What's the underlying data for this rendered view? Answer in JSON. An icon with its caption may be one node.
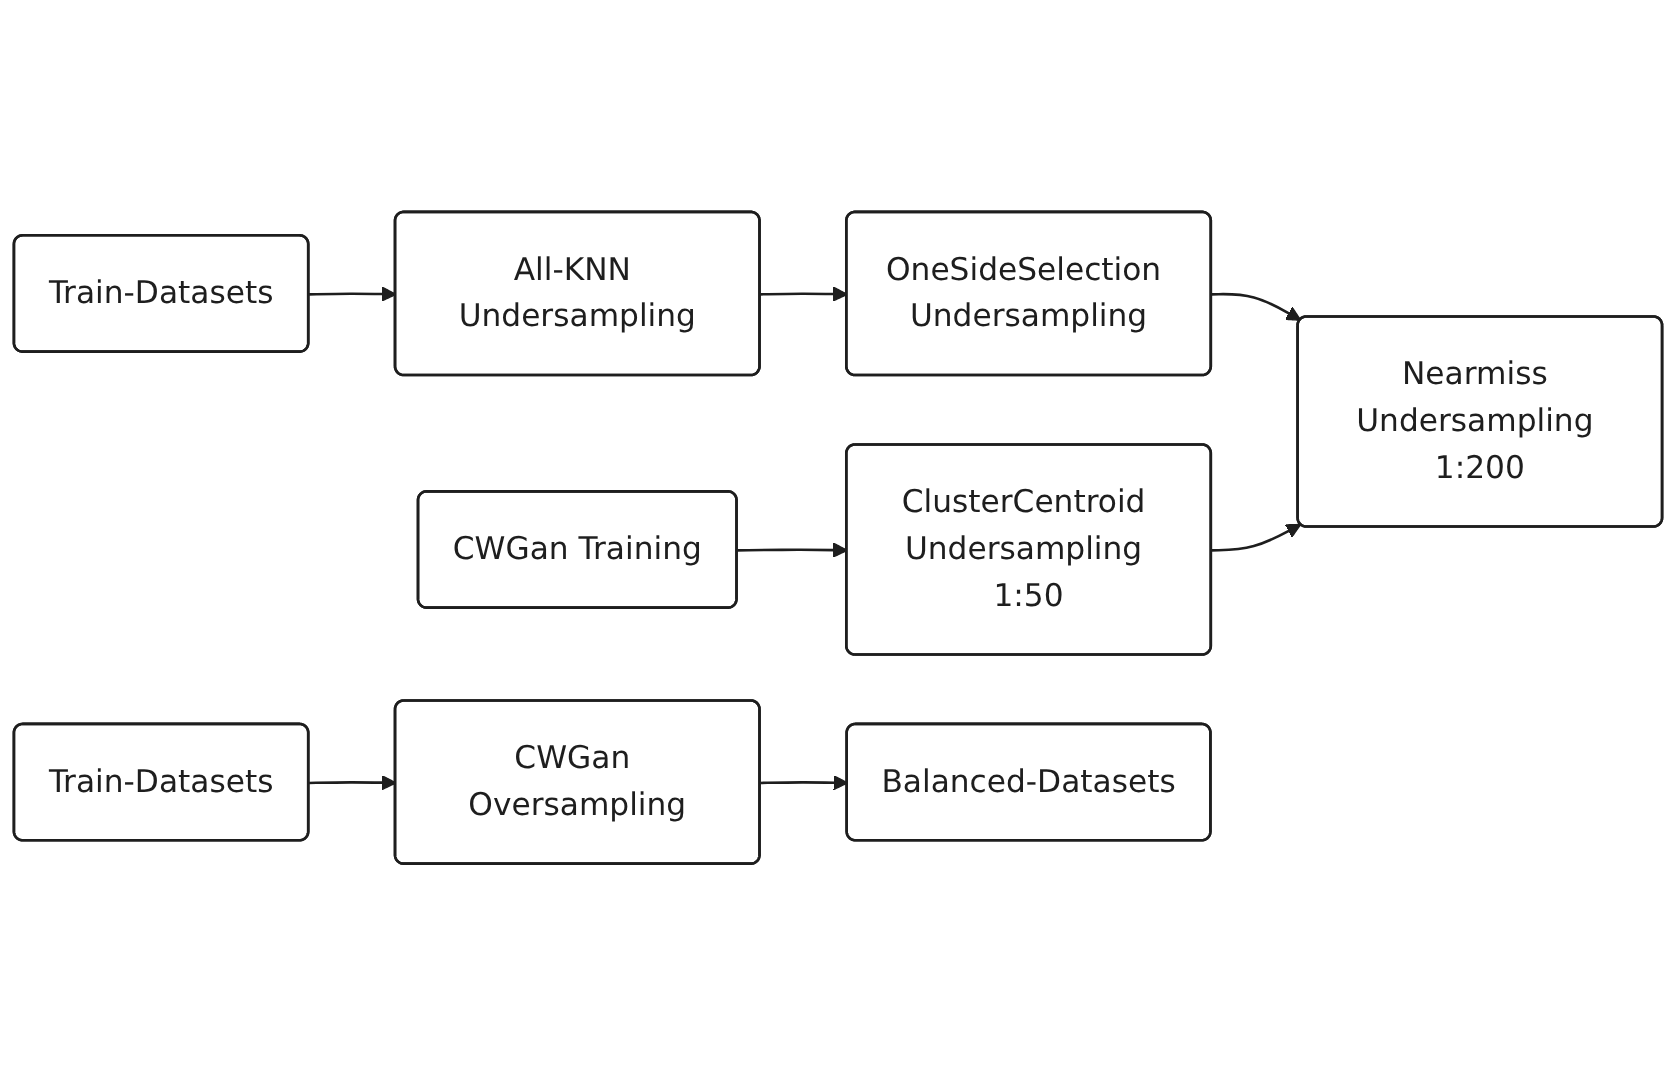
{
  "diagram": {
    "nodes": [
      {
        "text": [
          "Train-Datasets"
        ]
      },
      {
        "text": [
          "All-KNN Undersampling"
        ]
      },
      {
        "text": [
          "OneSideSelection Undersampling"
        ]
      },
      {
        "text": [
          "CWGan Training"
        ]
      },
      {
        "text": [
          "ClusterCentroid Undersampling 1:50"
        ]
      },
      {
        "text": [
          "Nearmiss Undersampling 1:200"
        ]
      },
      {
        "text": [
          "Train-Datasets"
        ]
      },
      {
        "text": [
          "CWGan Oversampling"
        ]
      },
      {
        "text": [
          "Balanced-Datasets"
        ]
      }
    ],
    "edges": [
      {
        "from": 0,
        "to": 1,
        "arrow": "to"
      },
      {
        "from": 1,
        "to": 2,
        "arrow": "to"
      },
      {
        "from": 2,
        "to": 5,
        "arrow": "to"
      },
      {
        "from": 3,
        "to": 4,
        "arrow": "to"
      },
      {
        "from": 4,
        "to": 5,
        "arrow": "to"
      },
      {
        "from": 6,
        "to": 7,
        "arrow": "to"
      },
      {
        "from": 7,
        "to": 8,
        "arrow": "to"
      }
    ]
  }
}
